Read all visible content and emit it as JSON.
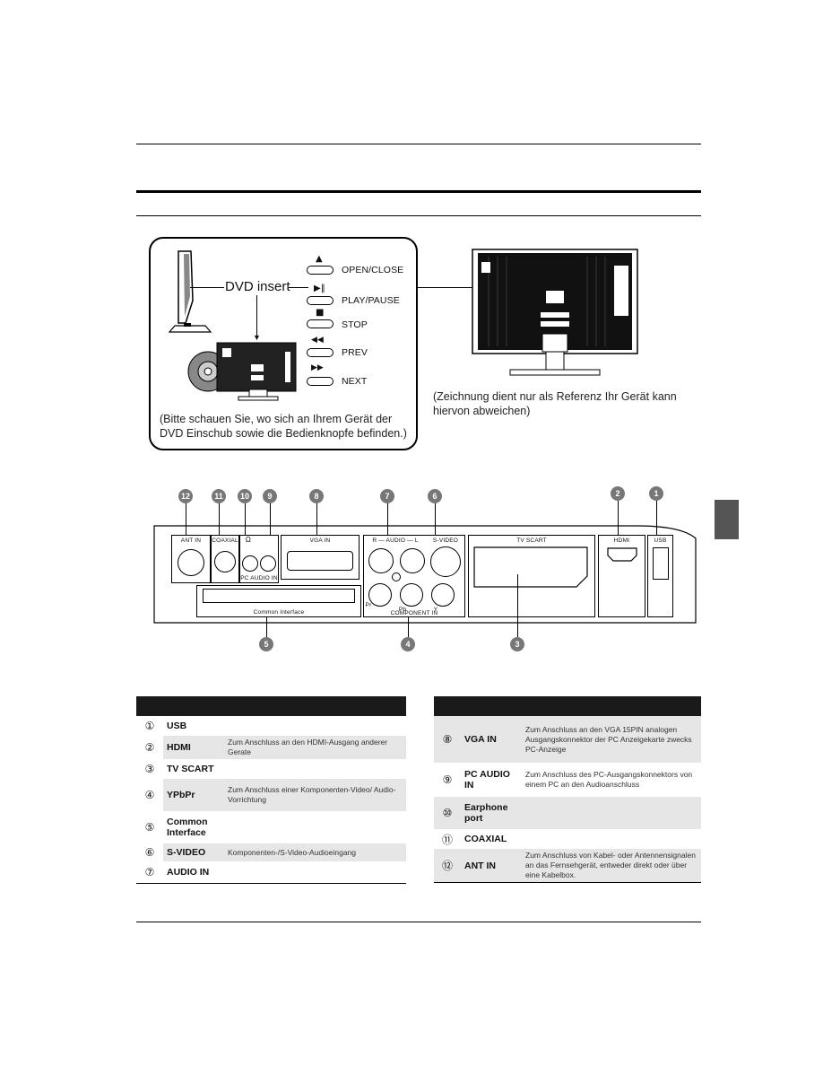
{
  "dvd": {
    "insert_label": "DVD insert",
    "controls": [
      {
        "symbol": "▲",
        "label": "OPEN/CLOSE"
      },
      {
        "symbol": "▶‖",
        "label": "PLAY/PAUSE"
      },
      {
        "symbol": "■",
        "label": "STOP"
      },
      {
        "symbol": "◀◀",
        "label": "PREV"
      },
      {
        "symbol": "▶▶",
        "label": "NEXT"
      }
    ],
    "note": "(Bitte schauen Sie, wo sich an Ihrem Gerät der DVD Einschub sowie die Bedienknopfe befinden.)"
  },
  "reference_note": "(Zeichnung dient nur als Referenz Ihr Gerät kann hiervon abweichen)",
  "panel": {
    "labels": {
      "ant_in": "ANT IN",
      "coaxial": "COAXIAL",
      "earphone": "Ω",
      "pc_audio_in": "PC AUDIO IN",
      "vga_in": "VGA IN",
      "audio": "R — AUDIO — L",
      "s_video": "S-VIDEO",
      "tv_scart": "TV SCART",
      "hdmi": "HDMI",
      "usb": "USB",
      "common_interface": "Common Interface",
      "component_in": "COMPONENT IN",
      "pr": "Pr",
      "pb": "Pb",
      "y": "Y"
    },
    "callouts_top": [
      "12",
      "11",
      "10",
      "9",
      "8",
      "7",
      "6",
      "2",
      "1"
    ],
    "callouts_bottom": [
      "5",
      "4",
      "3"
    ]
  },
  "left_table": [
    {
      "num": "①",
      "name": "USB",
      "desc": ""
    },
    {
      "num": "②",
      "name": "HDMI",
      "desc": "Zum Anschluss an den HDMI-Ausgang anderer Gerate"
    },
    {
      "num": "③",
      "name": "TV SCART",
      "desc": ""
    },
    {
      "num": "④",
      "name": "YPbPr",
      "desc": "Zum Anschluss einer Komponenten-Video/ Audio-Vorrichtung"
    },
    {
      "num": "⑤",
      "name": "Common Interface",
      "desc": ""
    },
    {
      "num": "⑥",
      "name": "S-VIDEO",
      "desc": "Komponenten-/S-Video-Audioeingang"
    },
    {
      "num": "⑦",
      "name": "AUDIO IN",
      "desc": ""
    }
  ],
  "right_table": [
    {
      "num": "⑧",
      "name": "VGA IN",
      "desc": "Zum Anschluss an den VGA 15PIN analogen Ausgangskonnektor der PC Anzeigekarte zwecks PC-Anzeige"
    },
    {
      "num": "⑨",
      "name": "PC AUDIO IN",
      "desc": "Zum Anschluss des PC-Ausgangskonnektors von einem PC an den Audioanschluss"
    },
    {
      "num": "⑩",
      "name": "Earphone port",
      "desc": ""
    },
    {
      "num": "⑪",
      "name": "COAXIAL",
      "desc": ""
    },
    {
      "num": "⑫",
      "name": "ANT IN",
      "desc": "Zum Anschluss von Kabel- oder Antennensignalen an das Fernsehgerät, entweder direkt oder über eine Kabelbox."
    }
  ]
}
